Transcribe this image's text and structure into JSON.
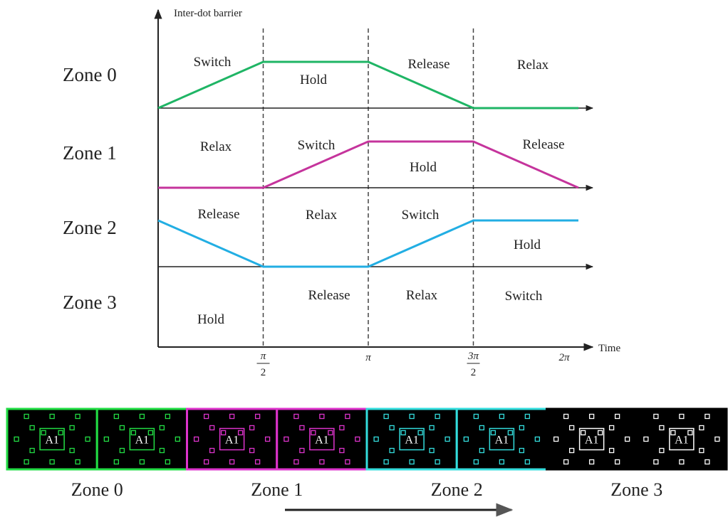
{
  "chart_data": {
    "type": "line",
    "ylabel": "Inter-dot barrier",
    "xlabel": "Time",
    "x_ticks": [
      {
        "num": "π",
        "den": "2"
      },
      {
        "num": "π",
        "den": ""
      },
      {
        "num": "3π",
        "den": "2"
      },
      {
        "num": "2π",
        "den": ""
      }
    ],
    "colors": {
      "zone0": "#1fb565",
      "zone1": "#c5349c",
      "zone2": "#22aee3",
      "axis": "#222222",
      "dashed": "#444444"
    },
    "zones": [
      {
        "name": "Zone 0",
        "color_key": "zone0",
        "x": [
          0,
          0.5,
          1,
          1.5,
          2
        ],
        "level": [
          0,
          1,
          1,
          0,
          0
        ],
        "phase_labels": [
          "Switch",
          "Hold",
          "Release",
          "Relax"
        ]
      },
      {
        "name": "Zone 1",
        "color_key": "zone1",
        "x": [
          0,
          0.5,
          1,
          1.5,
          2
        ],
        "level": [
          0,
          0,
          1,
          1,
          0
        ],
        "phase_labels": [
          "Relax",
          "Switch",
          "Hold",
          "Release"
        ]
      },
      {
        "name": "Zone 2",
        "color_key": "zone2",
        "x": [
          0,
          0.5,
          1,
          1.5,
          2
        ],
        "level": [
          1,
          0,
          0,
          1,
          1
        ],
        "phase_labels": [
          "Release",
          "Relax",
          "Switch",
          "Hold"
        ]
      },
      {
        "name": "Zone 3",
        "color_key": null,
        "x": [],
        "level": [],
        "phase_labels": [
          "Hold",
          "Release",
          "Relax",
          "Switch"
        ]
      }
    ]
  },
  "strip": {
    "cell_text": "A1",
    "zones": [
      {
        "name": "Zone 0",
        "color": "#22dd44"
      },
      {
        "name": "Zone 1",
        "color": "#dd33cc"
      },
      {
        "name": "Zone 2",
        "color": "#33dddd"
      },
      {
        "name": "Zone 3",
        "color": "#ffffff"
      }
    ]
  }
}
